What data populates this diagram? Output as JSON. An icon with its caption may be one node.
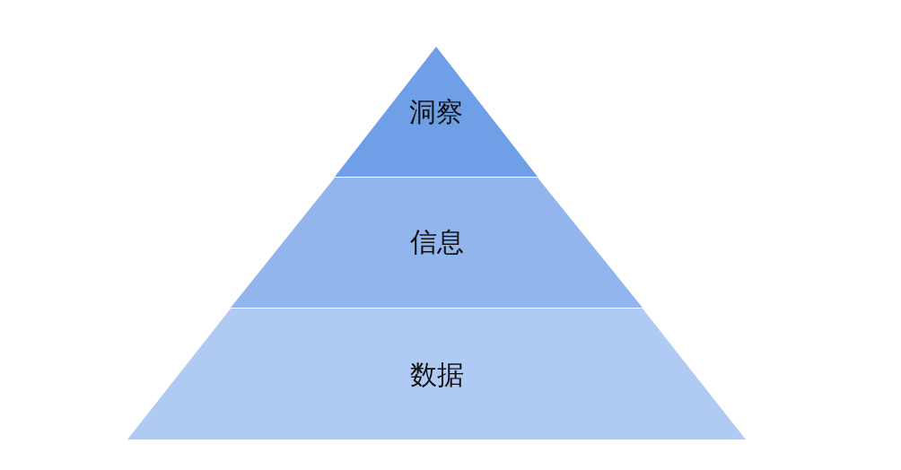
{
  "diagram": {
    "nodes": [
      {
        "text": [
          "洞察"
        ]
      },
      {
        "text": [
          "信息"
        ]
      },
      {
        "text": [
          "数据"
        ]
      }
    ]
  }
}
